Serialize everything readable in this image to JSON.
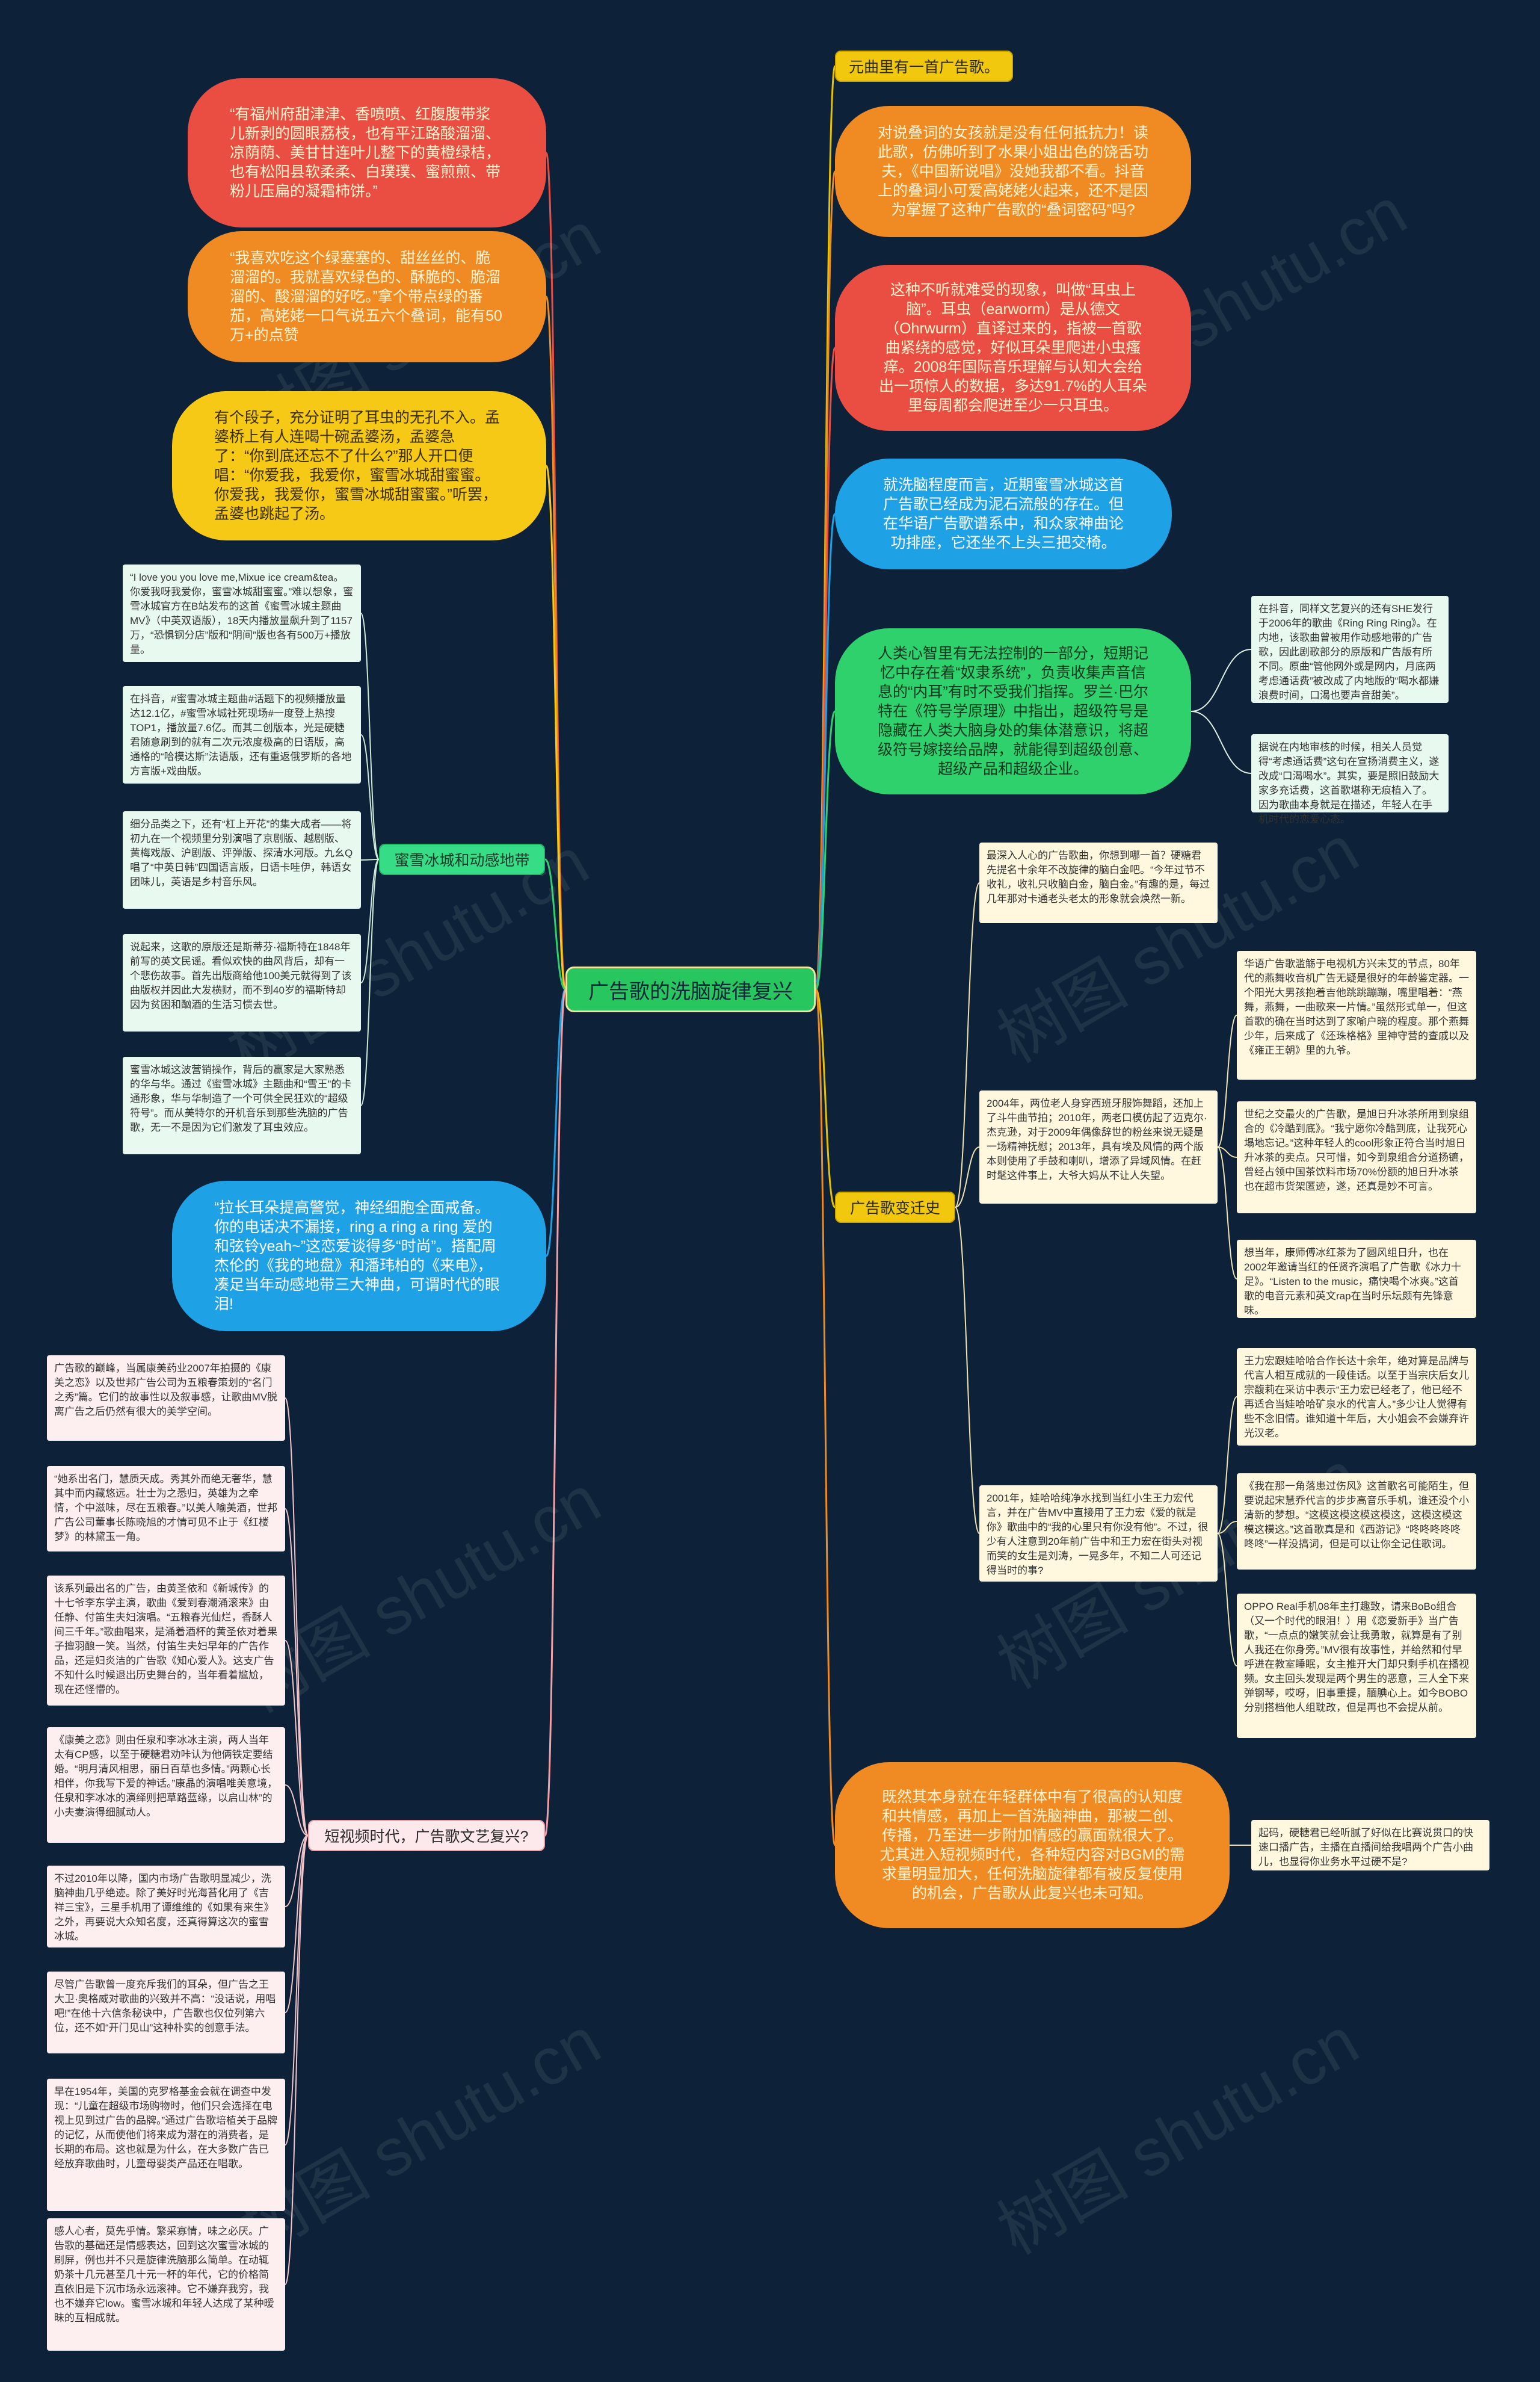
{
  "root": {
    "title": "广告歌的洗脑旋律复兴"
  },
  "colors": {
    "background": "#0d2238",
    "root": "#27c65f",
    "red": "#ea4e43",
    "orange": "#f08a22",
    "yellow": "#f5c916",
    "blue": "#1fa1e5",
    "green": "#2ed16b"
  },
  "right": {
    "b1_label": "元曲里有一首广告歌。",
    "b2": "对说叠词的女孩就是没有任何抵抗力！读此歌，仿佛听到了水果小姐出色的饶舌功夫，《中国新说唱》没她我都不看。抖音上的叠词小可爱高姥姥火起来，还不是因为掌握了这种广告歌的“叠词密码”吗?",
    "b3": "这种不听就难受的现象，叫做“耳虫上脑”。耳虫（earworm）是从德文（Ohrwurm）直译过来的，指被一首歌曲紧绕的感觉，好似耳朵里爬进小虫瘙痒。2008年国际音乐理解与认知大会给出一项惊人的数据，多达91.7%的人耳朵里每周都会爬进至少一只耳虫。",
    "b4": "就洗脑程度而言，近期蜜雪冰城这首广告歌已经成为泥石流般的存在。但在华语广告歌谱系中，和众家神曲论功排座，它还坐不上头三把交椅。",
    "b5": "人类心智里有无法控制的一部分，短期记忆中存在着“奴隶系统”，负责收集声音信息的“内耳”有时不受我们指挥。罗兰·巴尔特在《符号学原理》中指出，超级符号是隐藏在人类大脑身处的集体潜意识，将超级符号嫁接给品牌，就能得到超级创意、超级产品和超级企业。",
    "b5_cards": [
      "在抖音，同样文艺复兴的还有SHE发行于2006年的歌曲《Ring Ring Ring》。在内地，该歌曲曾被用作动感地带的广告歌，因此剧歌部分的原版和广告版有所不同。原曲“管他网外或是网内，月底两考虑通话费”被改成了内地版的“喝水都嫌浪费时间，口渴也要声音甜美”。",
      "据说在内地审核的时候，相关人员觉得“考虑通话费”这句在宣扬消费主义，遂改成“口渴喝水”。其实，要是照旧鼓励大家多充话费，这首歌堪称无痕植入了。因为歌曲本身就是在描述，年轻人在手机时代的恋爱心态。"
    ],
    "b6_label": "广告歌变迁史",
    "b6_lead": "最深入人心的广告歌曲，你想到哪一首？硬糖君先提名十余年不改旋律的脑白金吧。“今年过节不收礼，收礼只收脑白金，脑白金。”有趣的是，每过几年那对卡通老头老太的形象就会焕然一新。",
    "b6_mid1": "2004年，两位老人身穿西班牙服饰舞蹈，还加上了斗牛曲节拍；2010年，两老口模仿起了迈克尔·杰克逊，对于2009年偶像辞世的粉丝来说无疑是一场精神抚慰；2013年，具有埃及风情的两个版本则使用了手鼓和喇叭，增添了异域风情。在赶时髦这件事上，大爷大妈从不让人失望。",
    "b6_mid1_cards": [
      "华语广告歌滥觞于电视机方兴未艾的节点，80年代的燕舞收音机广告无疑是很好的年龄鉴定器。一个阳光大男孩抱着吉他跳跳蹦蹦，嘴里唱着：“燕舞，燕舞，一曲歌来一片情。”虽然形式单一，但这首歌的确在当时达到了家喻户晓的程度。那个燕舞少年，后来成了《还珠格格》里神守营的查戚以及《雍正王朝》里的九爷。",
      "世纪之交最火的广告歌，是旭日升冰茶所用到泉组合的《冷酷到底》。“我宁愿你冷酷到底，让我死心塌地忘记。”这种年轻人的cool形象正符合当时旭日升冰茶的卖点。只可惜，如今到泉组合分道扬镳，曾经占领中国茶饮料市场70%份额的旭日升冰茶也在超市货架匿迹，遂，还真是妙不可言。",
      "想当年，康师傅冰红茶为了圆风组日升，也在2002年邀请当红的任贤齐演唱了广告歌《冰力十足》。“Listen to the music，痛快喝个冰爽。”这首歌的电音元素和英文rap在当时乐坛颇有先锋意味。"
    ],
    "b6_mid2": "2001年，娃哈哈纯净水找到当红小生王力宏代言，并在广告MV中直接用了王力宏《爱的就是你》歌曲中的“我的心里只有你没有他”。不过，很少有人注意到20年前广告中和王力宏在街头对视而笑的女生是刘涛，一晃多年，不知二人可还记得当时的事?",
    "b6_mid2_cards": [
      "王力宏跟娃哈哈合作长达十余年，绝对算是品牌与代言人相互成就的一段佳话。以至于当宗庆后女儿宗馥莉在采访中表示“王力宏已经老了，他已经不再适合当娃哈哈矿泉水的代言人。”多少让人觉得有些不念旧情。谁知道十年后，大小姐会不会嫌弃许光汉老。",
      "《我在那一角落患过伤风》这首歌名可能陌生，但要说起宋慧乔代言的步步高音乐手机，谁还没个小清新的梦想。“这模这模这模这模这，这模这模这模这模这。”这首歌真是和《西游记》“咚咚咚咚咚咚咚”一样没搞词，但是可以让你全记住歌词。",
      "OPPO Real手机08年主打趣致，请来BoBo组合（又一个时代的眼泪！）用《恋爱新手》当广告歌，“一点点的嫩笑就会让我勇敢，就算是有了别人我还在你身旁。”MV很有故事性，并给然和付早呼进在教室睡眠，女主推开大门却只剩手机在播视频。女主回头发现是两个男生的恶意，三人全下来弹钢琴，哎呀，旧事重提，腼腆心上。如今BOBO分别搭档他人组耽改，但是再也不会提从前。"
    ],
    "b7": "既然其本身就在年轻群体中有了很高的认知度和共情感，再加上一首洗脑神曲，那被二创、传播，乃至进一步附加情感的赢面就很大了。尤其进入短视频时代，各种短内容对BGM的需求量明显加大，任何洗脑旋律都有被反复使用的机会，广告歌从此复兴也未可知。",
    "b7_card": "起码，硬糖君已经听腻了好似在比赛说贯口的快速口播广告，主播在直播间给我唱两个广告小曲儿，也显得你业务水平过硬不是?"
  },
  "left": {
    "a1": "“有福州府甜津津、香喷喷、红腹腹带浆儿新剥的圆眼荔枝，也有平江路酸溜溜、凉荫荫、美甘甘连叶儿整下的黄橙绿桔，也有松阳县软柔柔、白璞璞、蜜煎煎、带粉儿压扁的凝霜柿饼。”",
    "a2": "“我喜欢吃这个绿塞塞的、甜丝丝的、脆溜溜的。我就喜欢绿色的、酥脆的、脆溜溜的、酸溜溜的好吃。”拿个带点绿的番茄，高姥姥一口气说五六个叠词，能有50万+的点赞",
    "a3": "有个段子，充分证明了耳虫的无孔不入。孟婆桥上有人连喝十碗孟婆汤，孟婆急了：“你到底还忘不了什么?”那人开口便唱：“你爱我，我爱你，蜜雪冰城甜蜜蜜。你爱我，我爱你，蜜雪冰城甜蜜蜜。”听罢，孟婆也跳起了汤。",
    "a4_label": "蜜雪冰城和动感地带",
    "a4_cards": [
      "“I love you you love me,Mixue ice cream&tea。你爱我呀我爱你，蜜雪冰城甜蜜蜜。”难以想象，蜜雪冰城官方在B站发布的这首《蜜雪冰城主题曲MV》（中英双语版），18天内播放量飙升到了1157万，“恐惧钢分店”版和“阴间”版也各有500万+播放量。",
      "在抖音，#蜜雪冰城主题曲#话题下的视频播放量达12.1亿，#蜜雪冰城社死现场#一度登上热搜TOP1，播放量7.6亿。而其二创版本，光是硬糖君随意刷到的就有二次元浓度极高的日语版，高通格的“哈模达斯”法语版，还有重返俄罗斯的各地方言版+戏曲版。",
      "细分品类之下，还有“杠上开花”的集大成者——将初九在一个视频里分别演唱了京剧版、越剧版、黄梅戏版、沪剧版、评弹版、探清水河版。九幺Q唱了“中英日韩”四国语言版，日语卡哇伊，韩语女团味儿，英语是乡村音乐风。",
      "说起来，这歌的原版还是斯蒂芬·福斯特在1848年前写的英文民谣。看似欢快的曲风背后，却有一个悲伤故事。首先出版商给他100美元就得到了该曲版权并因此大发横财，而不到40岁的福斯特却因为贫困和酗酒的生活习惯去世。",
      "蜜雪冰城这波营销操作，背后的赢家是大家熟悉的华与华。通过《蜜雪冰城》主题曲和“雪王”的卡通形象，华与华制造了一个可供全民狂欢的“超级符号”。而从美特尔的开机音乐到那些洗脑的广告歌，无一不是因为它们激发了耳虫效应。"
    ],
    "a5": "“拉长耳朵提高警觉，神经细胞全面戒备。你的电话决不漏接，ring a ring a ring 爱的和弦铃yeah~”这恋爱谈得多“时尚”。搭配周杰伦的《我的地盘》和潘玮柏的《来电》，凑足当年动感地带三大神曲，可谓时代的眼泪!",
    "a6_label": "短视频时代，广告歌文艺复兴?",
    "a6_cards": [
      "广告歌的巅峰，当属康美药业2007年拍摄的《康美之恋》以及世邦广告公司为五粮春策划的“名门之秀”篇。它们的故事性以及叙事感，让歌曲MV脱离广告之后仍然有很大的美学空间。",
      "“她系出名门，慧质天成。秀其外而绝无奢华，慧其中而内藏悠远。壮士为之悉归，英雄为之牵情，个中滋味，尽在五粮春。”以美人喻美酒，世邦广告公司董事长陈晓旭的才情可见不止于《红楼梦》的林黛玉一角。",
      "该系列最出名的广告，由黄圣依和《新城传》的十七爷李东学主演，歌曲《爱到春潮涌滚来》由任静、付笛生夫妇演唱。“五粮春光仙烂，香酥人间三千年。”歌曲唱来，是涌着酒杯的黄圣依对着果子擅羽酿一笑。当然，付笛生夫妇早年的广告作品，还是妇炎洁的广告歌《知心爱人》。这支广告不知什么时候退出历史舞台的，当年看着尴尬，现在还怪懵的。",
      "《康美之恋》则由任泉和李冰冰主演，两人当年太有CP感，以至于硬糖君劝咔认为他俩铁定要结婚。“明月清风相思，丽日百草也多情。”两颗心长相伴，你我写下爱的神话。”康晶的演唱唯美意境，任泉和李冰冰的演绎则把草路蓝缘，以启山林”的小夫妻演得细腻动人。",
      "不过2010年以降，国内市场广告歌明显减少，洗脑神曲几乎绝迹。除了美好时光海苔化用了《吉祥三宝》，三星手机用了谭维维的《如果有来生》之外，再要说大众知名度，还真得算这次的蜜雪冰城。",
      "尽管广告歌曾一度充斥我们的耳朵，但广告之王大卫·奥格威对歌曲的兴致并不高：“没话说，用唱吧!”在他十六信条秘诀中，广告歌也仅位列第六位，还不如“开门见山”这种朴实的创意手法。",
      "早在1954年，美国的克罗格基金会就在调查中发现：“儿童在超级市场购物时，他们只会选择在电视上见到过广告的品牌。”通过广告歌培植关于品牌的记忆，从而使他们将来成为潜在的消费者，是长期的布局。这也就是为什么，在大多数广告已经放弃歌曲时，儿童母婴类产品还在唱歌。",
      "感人心者，莫先乎情。繁采寡情，味之必厌。广告歌的基础还是情感表达，回到这次蜜雪冰城的刷屏，例也并不只是旋律洗脑那么简单。在动辄奶茶十几元甚至几十元一杯的年代，它的价格简直依旧是下沉市场永远滚神。它不嫌弃我穷，我也不嫌弃它low。蜜雪冰城和年轻人达成了某种暧昧的互相成就。"
    ]
  },
  "watermark": "树图 shutu.cn"
}
